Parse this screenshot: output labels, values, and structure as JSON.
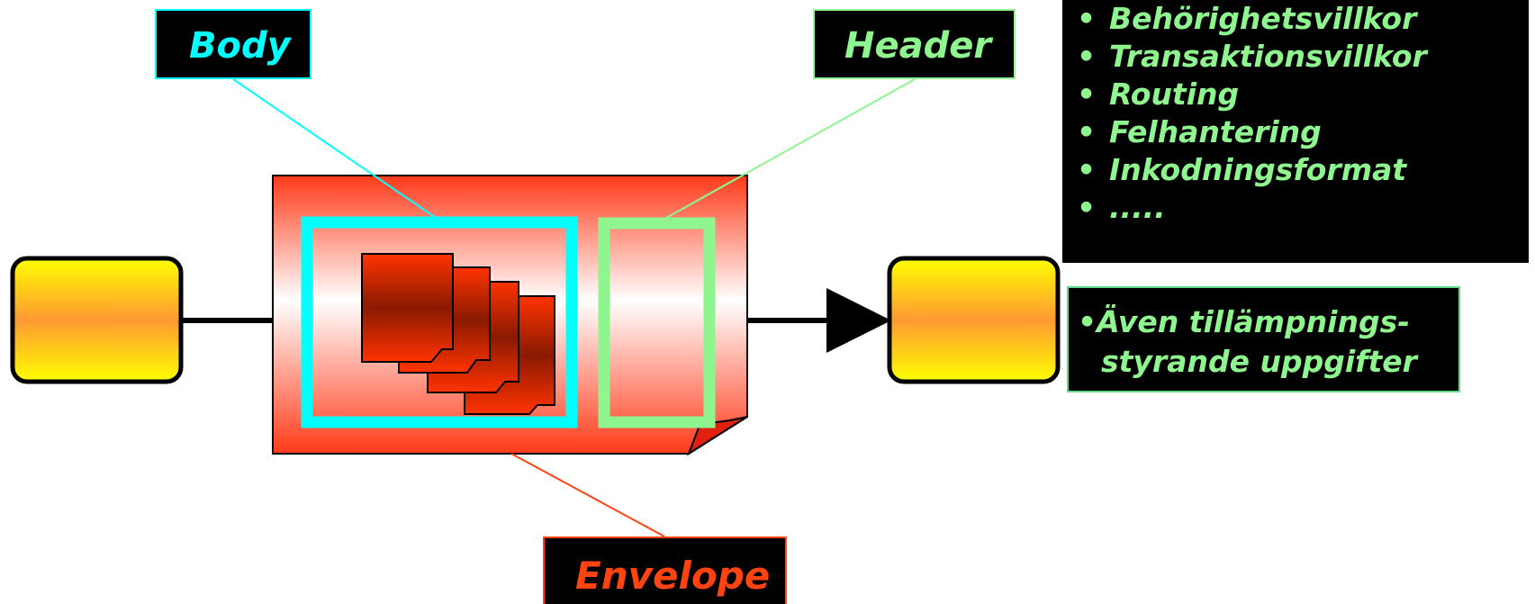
{
  "labels": {
    "body": "Body",
    "header": "Header",
    "envelope": "Envelope"
  },
  "properties": [
    "Behörighetsvillkor",
    "Transaktionsvillkor",
    "Routing",
    "Felhantering",
    "Inkodningsformat",
    "....."
  ],
  "bullet": "•",
  "note": {
    "line1": "•Även tillämpnings-",
    "line2": "styrande uppgifter"
  },
  "colors": {
    "body_accent": "#00ffff",
    "header_accent": "#8ff58f",
    "envelope_accent": "#ff4411",
    "node_fill_top": "#ffff00",
    "node_fill_mid": "#ff9933"
  }
}
